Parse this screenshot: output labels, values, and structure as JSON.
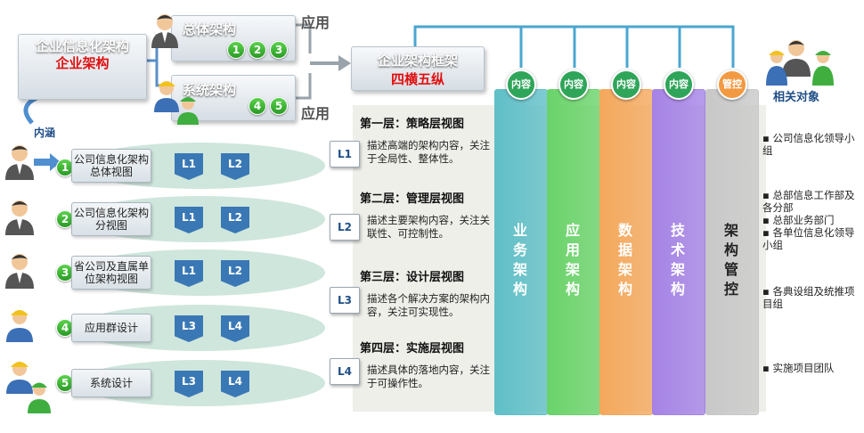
{
  "top_left": {
    "line1": "企业信息化架构",
    "line2": "企业架构"
  },
  "branches": [
    {
      "title": "总体架构",
      "numbers": [
        "1",
        "2",
        "3"
      ]
    },
    {
      "title": "系统架构",
      "numbers": [
        "4",
        "5"
      ]
    }
  ],
  "apply_labels": [
    "应用",
    "应用"
  ],
  "neihan": "内涵",
  "framework": {
    "line1": "企业架构框架",
    "line2": "四横五纵"
  },
  "views": [
    {
      "num": "1",
      "label": "公司信息化架构总体视图",
      "chips": [
        "L1",
        "L2"
      ]
    },
    {
      "num": "2",
      "label": "公司信息化架构分视图",
      "chips": [
        "L1",
        "L2"
      ]
    },
    {
      "num": "3",
      "label": "省公司及直属单位架构视图",
      "chips": [
        "L1",
        "L2"
      ]
    },
    {
      "num": "4",
      "label": "应用群设计",
      "chips": [
        "L3",
        "L4"
      ]
    },
    {
      "num": "5",
      "label": "系统设计",
      "chips": [
        "L3",
        "L4"
      ]
    }
  ],
  "layers": [
    {
      "badge": "L1",
      "title": "第一层：策略层视图",
      "desc": "描述高端的架构内容，关注于全局性、整体性。"
    },
    {
      "badge": "L2",
      "title": "第二层：管理层视图",
      "desc": "描述主要架构内容，关注关联性、可控制性。"
    },
    {
      "badge": "L3",
      "title": "第三层：设计层视图",
      "desc": "描述各个解决方案的架构内容，关注可实现性。"
    },
    {
      "badge": "L4",
      "title": "第四层：实施层视图",
      "desc": "描述具体的落地内容，关注于可操作性。"
    }
  ],
  "columns": [
    {
      "cap": "内容",
      "name": "业务架构",
      "color": "#5fbfc7",
      "cap_color": "#2fa55a"
    },
    {
      "cap": "内容",
      "name": "应用架构",
      "color": "#6ad36a",
      "cap_color": "#2fa55a"
    },
    {
      "cap": "内容",
      "name": "数据架构",
      "color": "#f4a85c",
      "cap_color": "#2fa55a"
    },
    {
      "cap": "内容",
      "name": "技术架构",
      "color": "#a583e6",
      "cap_color": "#2fa55a"
    },
    {
      "cap": "管控",
      "name": "架构管控",
      "color": "#c8c8c8",
      "cap_color": "#f29a43"
    }
  ],
  "related_title": "相关对象",
  "related": [
    [
      "公司信息化领导小组"
    ],
    [
      "总部信息工作部及各分部",
      "总部业务部门",
      "各单位信息化领导小组"
    ],
    [
      "各典设组及统推项目组"
    ],
    [
      "实施项目团队"
    ]
  ]
}
